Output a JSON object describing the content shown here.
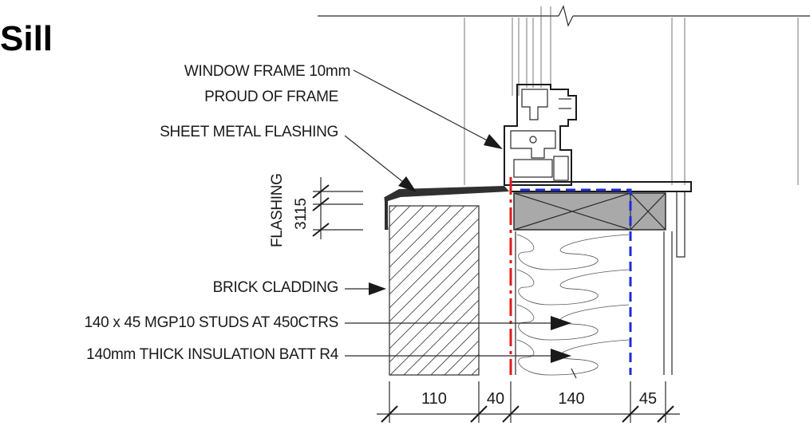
{
  "title": "Sill",
  "labels": {
    "window_frame_line1": "WINDOW FRAME 10mm",
    "window_frame_line2": "PROUD OF FRAME",
    "flashing": "SHEET METAL FLASHING",
    "brick": "BRICK CLADDING",
    "studs": "140 x 45 MGP10 STUDS AT 450CTRS",
    "insulation": "140mm THICK INSULATION BATT R4",
    "flashing_vertical": "FLASHING",
    "flashing_dims": "3115"
  },
  "dimensions": [
    "110",
    "40",
    "140",
    "45"
  ],
  "colors": {
    "red_line": "#e01b1b",
    "blue_line": "#1f2bd6",
    "stud_fill": "#a9a9a9",
    "ink": "#1a1a1a"
  }
}
